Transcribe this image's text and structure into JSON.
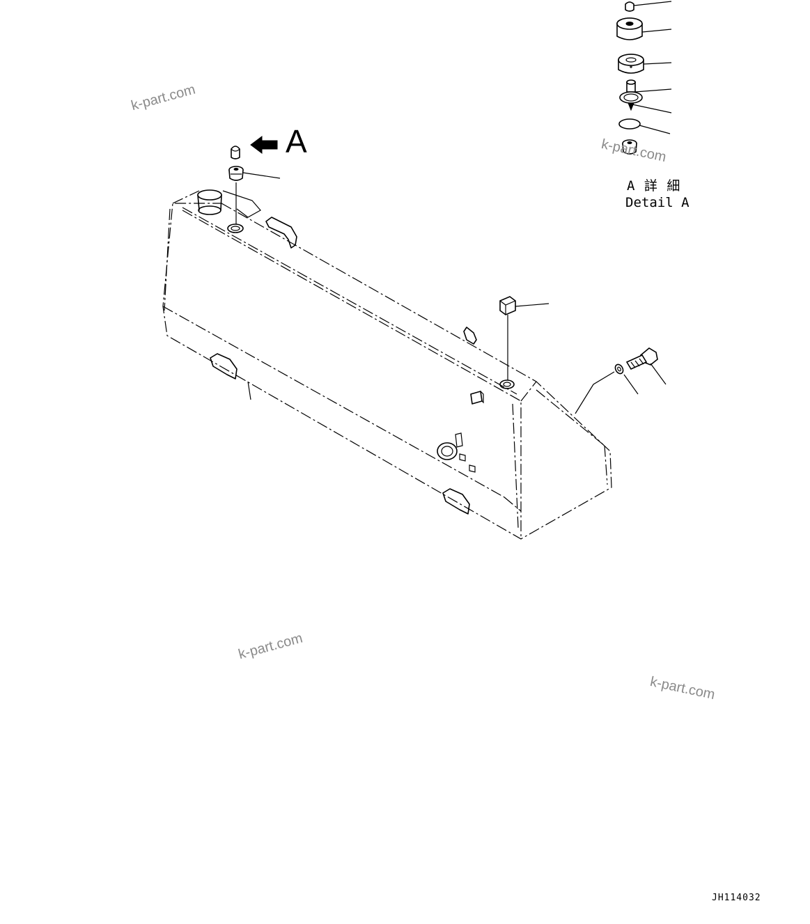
{
  "view_label": "A",
  "detail_label": {
    "jp": "A 詳 細",
    "en": "Detail A"
  },
  "drawing_code": "JH114032",
  "watermarks": [
    "k-part.com",
    "k-part.com",
    "k-part.com",
    "k-part.com"
  ]
}
